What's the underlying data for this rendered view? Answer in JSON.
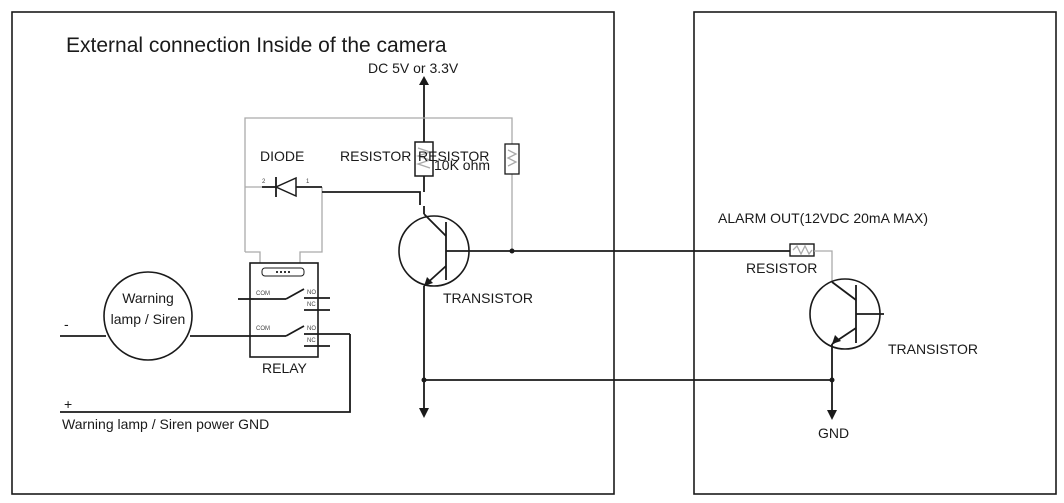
{
  "camera_panel": {
    "title": "External connection Inside of the camera",
    "supply_label": "DC 5V or 3.3V",
    "diode_label": "DIODE",
    "resistor_label_1": "RESISTOR",
    "resistor_label_2": "RESISTOR",
    "resistor_value": "10K ohm",
    "transistor_label": "TRANSISTOR",
    "relay_label": "RELAY",
    "relay_pins": [
      "COM",
      "NO",
      "NC",
      "COM",
      "NO",
      "NC"
    ],
    "diode_pins": [
      "2",
      "1"
    ],
    "lamp_line_1": "Warning",
    "lamp_line_2": "lamp / Siren",
    "minus_sign": "-",
    "plus_sign": "+",
    "ground_label": "Warning lamp / Siren power GND"
  },
  "alarm_panel": {
    "alarm_label": "ALARM OUT(12VDC 20mA MAX)",
    "resistor_label": "RESISTOR",
    "transistor_label": "TRANSISTOR",
    "gnd_label": "GND"
  }
}
